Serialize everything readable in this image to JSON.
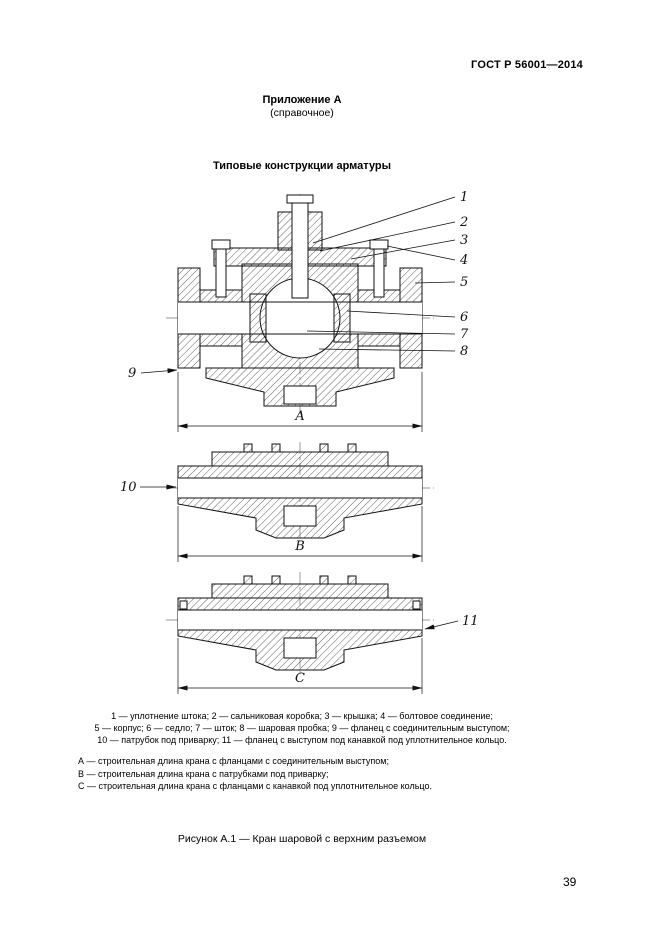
{
  "page": {
    "doc_code": "ГОСТ Р 56001—2014",
    "appendix_title": "Приложение А",
    "appendix_subtitle": "(справочное)",
    "section_title": "Типовые конструкции арматуры",
    "page_number": "39"
  },
  "figure": {
    "type": "technical-section-drawing",
    "callouts": [
      "1",
      "2",
      "3",
      "4",
      "5",
      "6",
      "7",
      "8",
      "9",
      "10",
      "11"
    ],
    "dim_letters": [
      "А",
      "В",
      "С"
    ],
    "legend": [
      "1 — уплотнение штока; 2 — сальниковая коробка; 3 — крышка; 4 — болтовое соединение;",
      "5 — корпус; 6 — седло; 7 — шток; 8 — шаровая пробка; 9 — фланец с соединительным выступом;",
      "10 — патрубок под приварку; 11 — фланец с выступом под канавкой под уплотнительное кольцо."
    ],
    "dims_legend": [
      "А — строительная длина крана с фланцами с соединительным выступом;",
      "В — строительная длина крана с патрубками под приварку;",
      "С — строительная длина крана с фланцами с канавкой под уплотнительное кольцо."
    ],
    "caption": "Рисунок А.1 — Кран шаровой с верхним разъемом"
  }
}
